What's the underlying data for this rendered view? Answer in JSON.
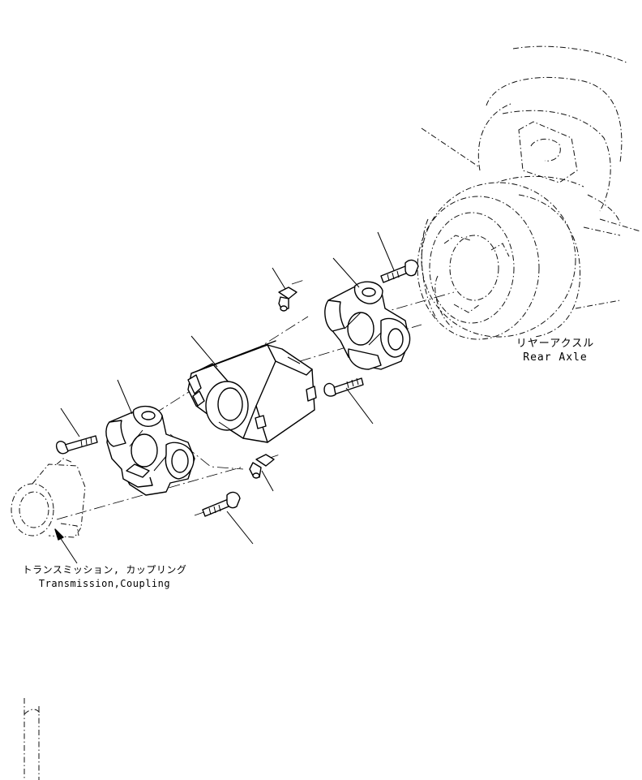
{
  "labels": {
    "rear_axle_jp": "リヤーアクスル",
    "rear_axle_en": "Rear Axle",
    "transmission_coupling_jp": "トランスミッション, カップリング",
    "transmission_coupling_en": "Transmission,Coupling"
  }
}
